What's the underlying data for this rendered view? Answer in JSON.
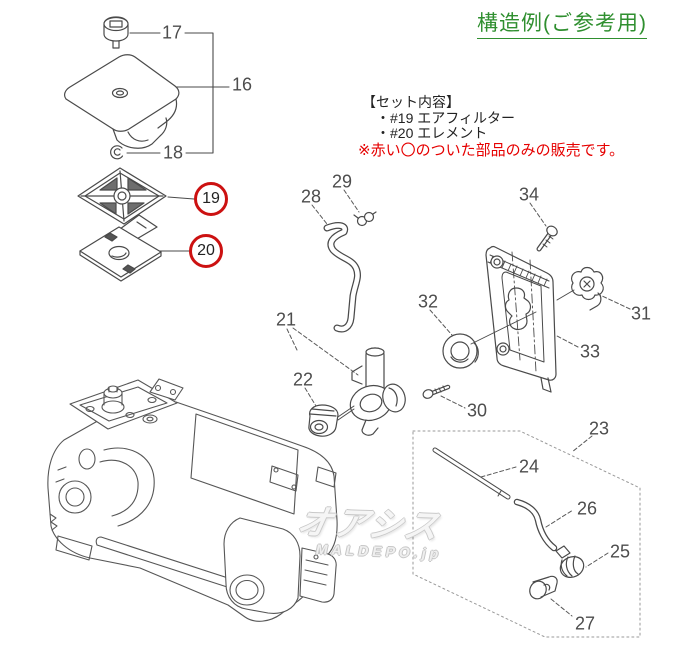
{
  "title": {
    "text": "構造例(ご参考用)",
    "color": "#2f8f2f"
  },
  "legend": {
    "heading": "【セット内容】",
    "item1": "・#19 エアフィルター",
    "item2": "・#20 エレメント",
    "note": "※赤い〇のついた部品のみの販売です。",
    "note_color": "#e60000"
  },
  "watermark": {
    "brand": "オアシス",
    "site": "MALDEPO.jp"
  },
  "diagram": {
    "line_color": "#4a4a4a",
    "highlight_color": "#cc1111",
    "highlighted_parts": [
      "19",
      "20"
    ],
    "part_names": {
      "19": "エアフィルター",
      "20": "エレメント"
    },
    "labels": {
      "16": "16",
      "17": "17",
      "18": "18",
      "19": "19",
      "20": "20",
      "21": "21",
      "22": "22",
      "23": "23",
      "24": "24",
      "25": "25",
      "26": "26",
      "27": "27",
      "28": "28",
      "29": "29",
      "30": "30",
      "31": "31",
      "32": "32",
      "33": "33",
      "34": "34"
    }
  }
}
